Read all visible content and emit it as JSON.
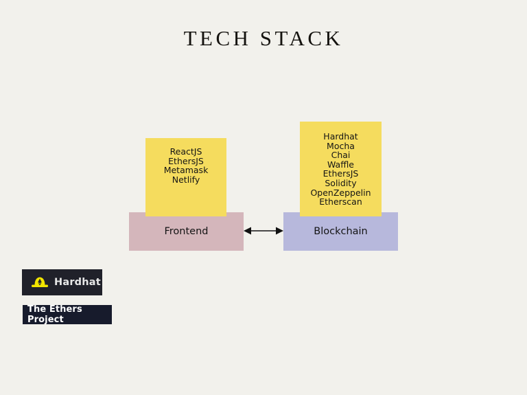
{
  "page": {
    "title": "TECH STACK",
    "background_color": "#f2f1ec"
  },
  "diagram": {
    "colors": {
      "sticky": "#f5dc5e",
      "frontend_bar": "#d4b6bb",
      "blockchain_bar": "#b7b8dc",
      "text": "#141414",
      "arrow": "#111111"
    },
    "columns": [
      {
        "id": "frontend",
        "bar_label": "Frontend",
        "stack": [
          "ReactJS",
          "EthersJS",
          "Metamask",
          "Netlify"
        ]
      },
      {
        "id": "blockchain",
        "bar_label": "Blockchain",
        "stack": [
          "Hardhat",
          "Mocha",
          "Chai",
          "Waffle",
          "EthersJS",
          "Solidity",
          "OpenZeppelin",
          "Etherscan"
        ]
      }
    ],
    "connector": {
      "icon": "double-headed-arrow",
      "direction": "bidirectional"
    }
  },
  "logos": [
    {
      "id": "hardhat",
      "label": "Hardhat",
      "icon": "hardhat-helmet-icon",
      "badge_color": "#20212a",
      "text_color": "#e7e7e7",
      "icon_color": "#f2e500"
    },
    {
      "id": "ethers",
      "label": "The Ethers Project",
      "badge_color": "#171b2c",
      "text_color": "#ffffff"
    }
  ]
}
